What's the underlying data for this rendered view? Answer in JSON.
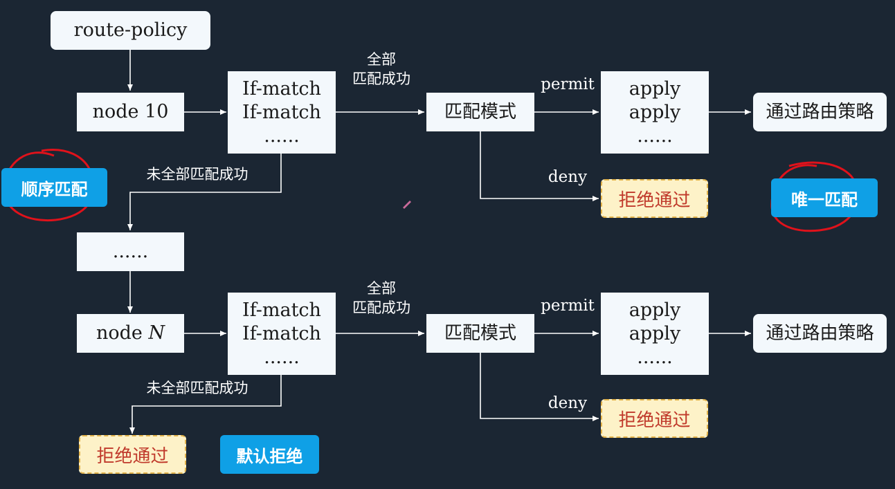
{
  "route_policy": "route-policy",
  "rows": [
    {
      "node_label": "node 10",
      "node_var": "",
      "ifmatch": [
        "If-match",
        "If-match",
        "......"
      ],
      "all_match": [
        "全部",
        "匹配成功"
      ],
      "mode": "匹配模式",
      "permit": "permit",
      "apply": [
        "apply",
        "apply",
        "......"
      ],
      "pass": "通过路由策略",
      "deny": "deny",
      "reject": "拒绝通过",
      "not_all_match": "未全部匹配成功"
    },
    {
      "node_label": "node ",
      "node_var": "N",
      "ifmatch": [
        "If-match",
        "If-match",
        "......"
      ],
      "all_match": [
        "全部",
        "匹配成功"
      ],
      "mode": "匹配模式",
      "permit": "permit",
      "apply": [
        "apply",
        "apply",
        "......"
      ],
      "pass": "通过路由策略",
      "deny": "deny",
      "reject": "拒绝通过",
      "not_all_match": "未全部匹配成功"
    }
  ],
  "middle_node": "......",
  "final_reject": "拒绝通过",
  "tags": {
    "sequential": "顺序匹配",
    "unique": "唯一匹配",
    "default_deny": "默认拒绝"
  },
  "colors": {
    "background": "#1b2633",
    "box": "#f3f8fc",
    "deny_fill": "#fdf2c8",
    "deny_text": "#c0392b",
    "tag": "#0fa0e6",
    "annotation": "#e0121b"
  }
}
